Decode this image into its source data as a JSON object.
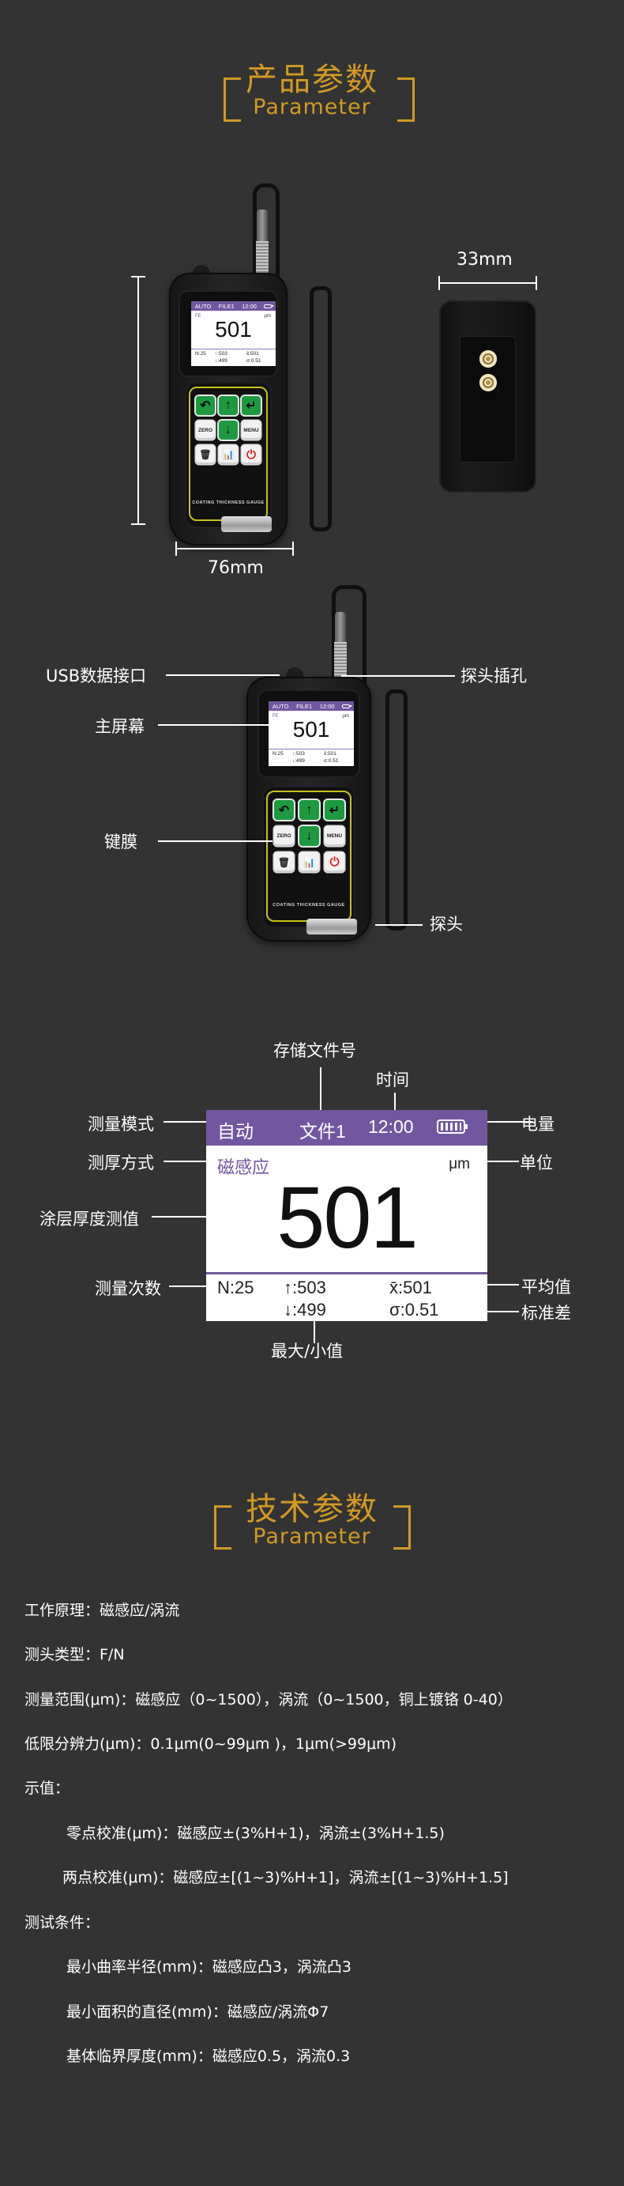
{
  "sections": {
    "product": {
      "title_zh": "产品参数",
      "title_en": "Parameter"
    },
    "technical": {
      "title_zh": "技术参数",
      "title_en": "Parameter"
    }
  },
  "dimensions": {
    "height_label": "",
    "width_label": "76mm",
    "depth_label": "33mm"
  },
  "device_screen": {
    "mode": "AUTO",
    "file": "FILE1",
    "time": "12:00",
    "battery_icon": "battery-full-icon",
    "method": "FE",
    "unit": "μm",
    "reading": "501",
    "count": "N:25",
    "max": "↑:503",
    "min": "↓:499",
    "mean": "x̄:501",
    "std": "σ:0.51"
  },
  "keypad": {
    "keys": [
      {
        "id": "back",
        "label": "↶",
        "icon": "back-arrow-icon",
        "style": "green"
      },
      {
        "id": "up",
        "label": "↑",
        "icon": "up-arrow-icon",
        "style": "green"
      },
      {
        "id": "enter",
        "label": "↵",
        "icon": "enter-icon",
        "style": "green"
      },
      {
        "id": "zero",
        "label": "ZERO",
        "icon": "",
        "style": "white"
      },
      {
        "id": "down",
        "label": "↓",
        "icon": "down-arrow-icon",
        "style": "green"
      },
      {
        "id": "menu",
        "label": "MENU",
        "icon": "",
        "style": "white"
      },
      {
        "id": "delete",
        "label": "🗑",
        "icon": "trash-icon",
        "style": "white"
      },
      {
        "id": "stats",
        "label": "📊",
        "icon": "chart-icon",
        "style": "white"
      },
      {
        "id": "power",
        "label": "⏻",
        "icon": "power-icon",
        "style": "power"
      }
    ],
    "brand": "COATING THICKNESS GAUGE"
  },
  "device_callouts": {
    "usb": "USB数据接口",
    "screen": "主屏幕",
    "keypad": "键膜",
    "probe_jack": "探头插孔",
    "probe": "探头"
  },
  "screen_diagram": {
    "bar": {
      "mode": "自动",
      "file": "文件1",
      "time": "12:00"
    },
    "method": "磁感应",
    "unit": "μm",
    "reading": "501",
    "count": "N:25",
    "max": "↑:503",
    "min": "↓:499",
    "mean": "x̄:501",
    "std": "σ:0.51",
    "callouts": {
      "file_no": "存储文件号",
      "time": "时间",
      "mode": "测量模式",
      "battery": "电量",
      "method": "测厚方式",
      "unit": "单位",
      "reading": "涂层厚度测值",
      "count": "测量次数",
      "mean": "平均值",
      "std": "标准差",
      "maxmin": "最大/小值"
    }
  },
  "specs": [
    {
      "text": "工作原理：磁感应/涡流",
      "indent": 0
    },
    {
      "text": "测头类型：F/N",
      "indent": 0
    },
    {
      "text": "测量范围(μm)：磁感应（0~1500），涡流（0~1500，铜上镀铬 0-40）",
      "indent": 0
    },
    {
      "text": "低限分辨力(μm)：0.1μm(0~99μm )，1μm(>99μm)",
      "indent": 0
    },
    {
      "text": "示值：",
      "indent": 0
    },
    {
      "text": "零点校准(μm)：磁感应±(3%H+1)，涡流±(3%H+1.5)",
      "indent": 1
    },
    {
      "text": "两点校准(μm)：磁感应±[(1~3)%H+1]，涡流±[(1~3)%H+1.5]",
      "indent": 1
    },
    {
      "text": "测试条件：",
      "indent": 0
    },
    {
      "text": "最小曲率半径(mm)：磁感应凸3，涡流凸3",
      "indent": 2
    },
    {
      "text": "最小面积的直径(mm)：磁感应/涡流Φ7",
      "indent": 2
    },
    {
      "text": "基体临界厚度(mm)：磁感应0.5，涡流0.3",
      "indent": 2
    }
  ],
  "colors": {
    "background": "#333333",
    "accent_gold": "#d29a22",
    "screen_purple": "#7257a0",
    "key_green": "#1d9a40",
    "power_red": "#e01b1b",
    "keypad_frame_yellow": "#c8c21a"
  }
}
